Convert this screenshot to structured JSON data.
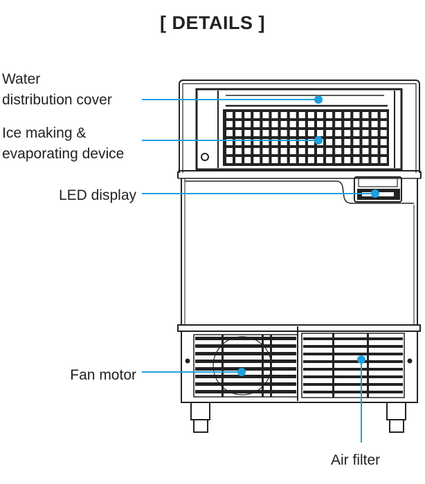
{
  "title": "[ DETAILS ]",
  "callouts": {
    "water_cover": {
      "line1": "Water",
      "line2": "distribution cover"
    },
    "ice_device": {
      "line1": "Ice making &",
      "line2": "evaporating device"
    },
    "led_display": "LED display",
    "fan_motor": "Fan motor",
    "air_filter": "Air filter"
  },
  "colors": {
    "callout": "#1ea0dc",
    "outline": "#222222"
  }
}
